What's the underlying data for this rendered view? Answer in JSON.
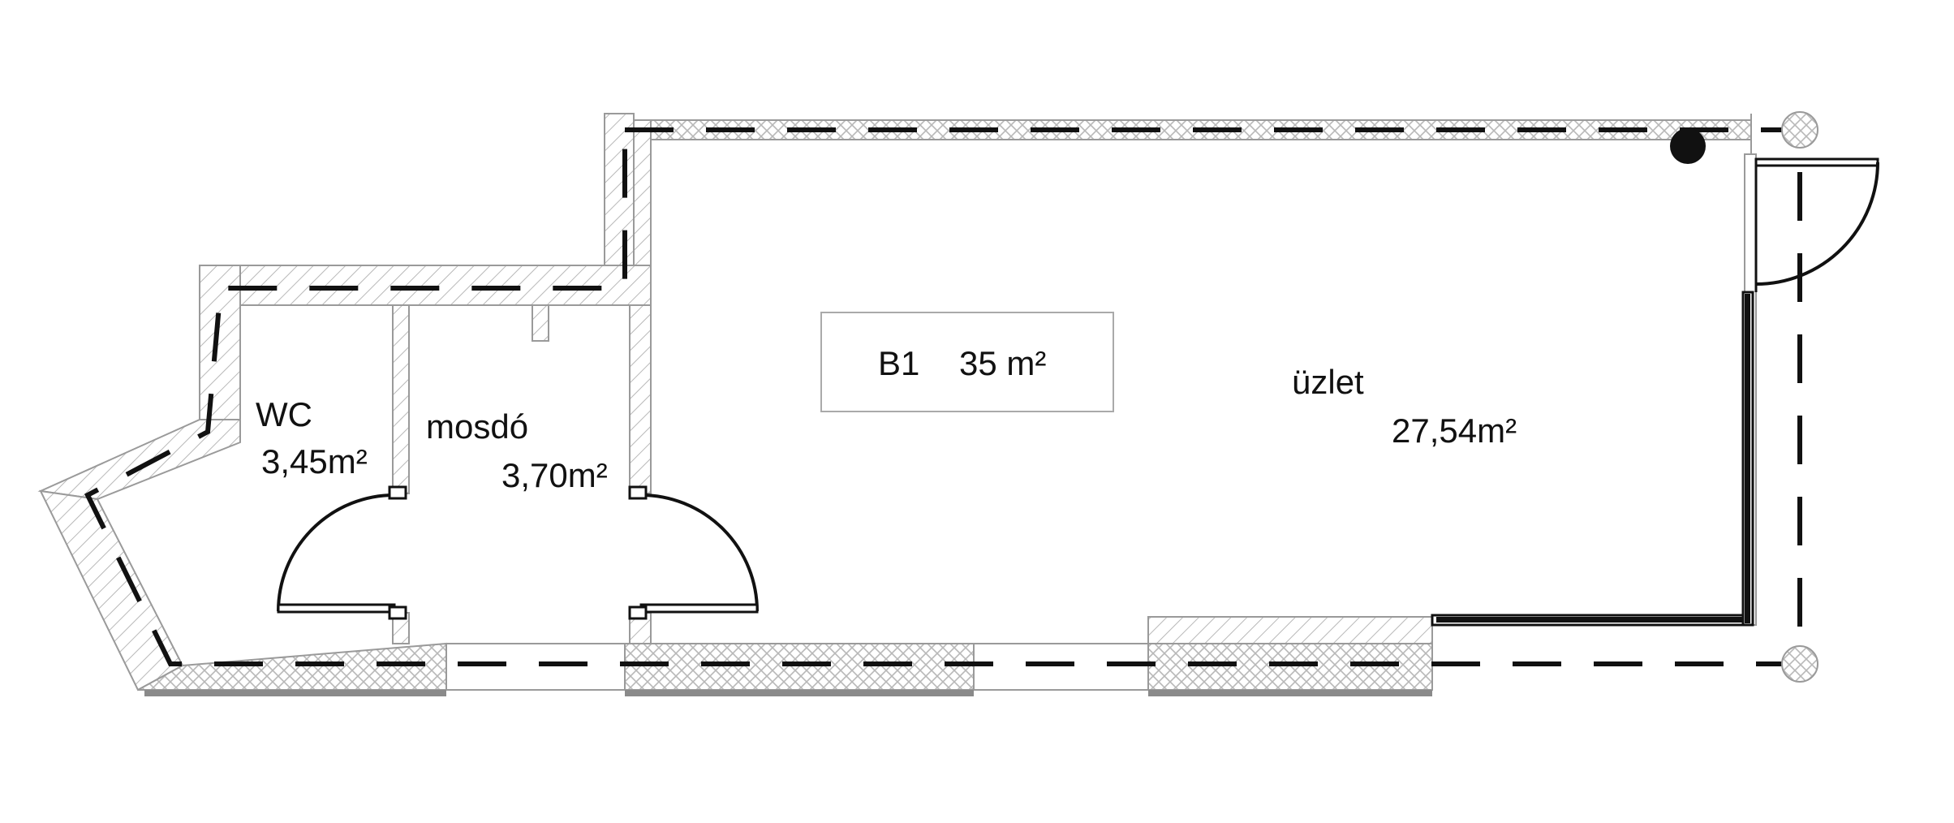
{
  "unit": {
    "code": "B1",
    "area": "35 m²"
  },
  "rooms": {
    "wc": {
      "name": "WC",
      "area": "3,45m²"
    },
    "mosdo": {
      "name": "mosdó",
      "area": "3,70m²"
    },
    "uzlet": {
      "name": "üzlet",
      "area": "27,54m²"
    }
  }
}
